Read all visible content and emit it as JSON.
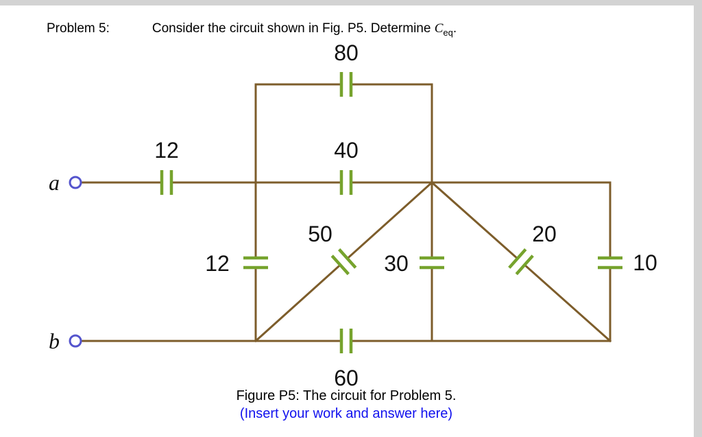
{
  "problem": {
    "label": "Problem 5:",
    "statement_prefix": "Consider the circuit shown in Fig. P5. Determine ",
    "ceq_symbol": "C",
    "ceq_subscript": "eq",
    "statement_suffix": "."
  },
  "circuit": {
    "terminals": {
      "a": "a",
      "b": "b"
    },
    "capacitor_values": {
      "c80": "80",
      "c12_top": "12",
      "c40": "40",
      "c12_left": "12",
      "c50": "50",
      "c30": "30",
      "c20": "20",
      "c10": "10",
      "c60": "60"
    },
    "colors": {
      "wire": "#7d5d2b",
      "capacitor_plate": "#76a32d",
      "terminal": "#5454cd",
      "label_text": "#111111"
    }
  },
  "caption": {
    "figure_text": "Figure P5: The circuit for Problem 5.",
    "note_text": "(Insert your work and answer here)",
    "note_color": "#1111ee"
  }
}
